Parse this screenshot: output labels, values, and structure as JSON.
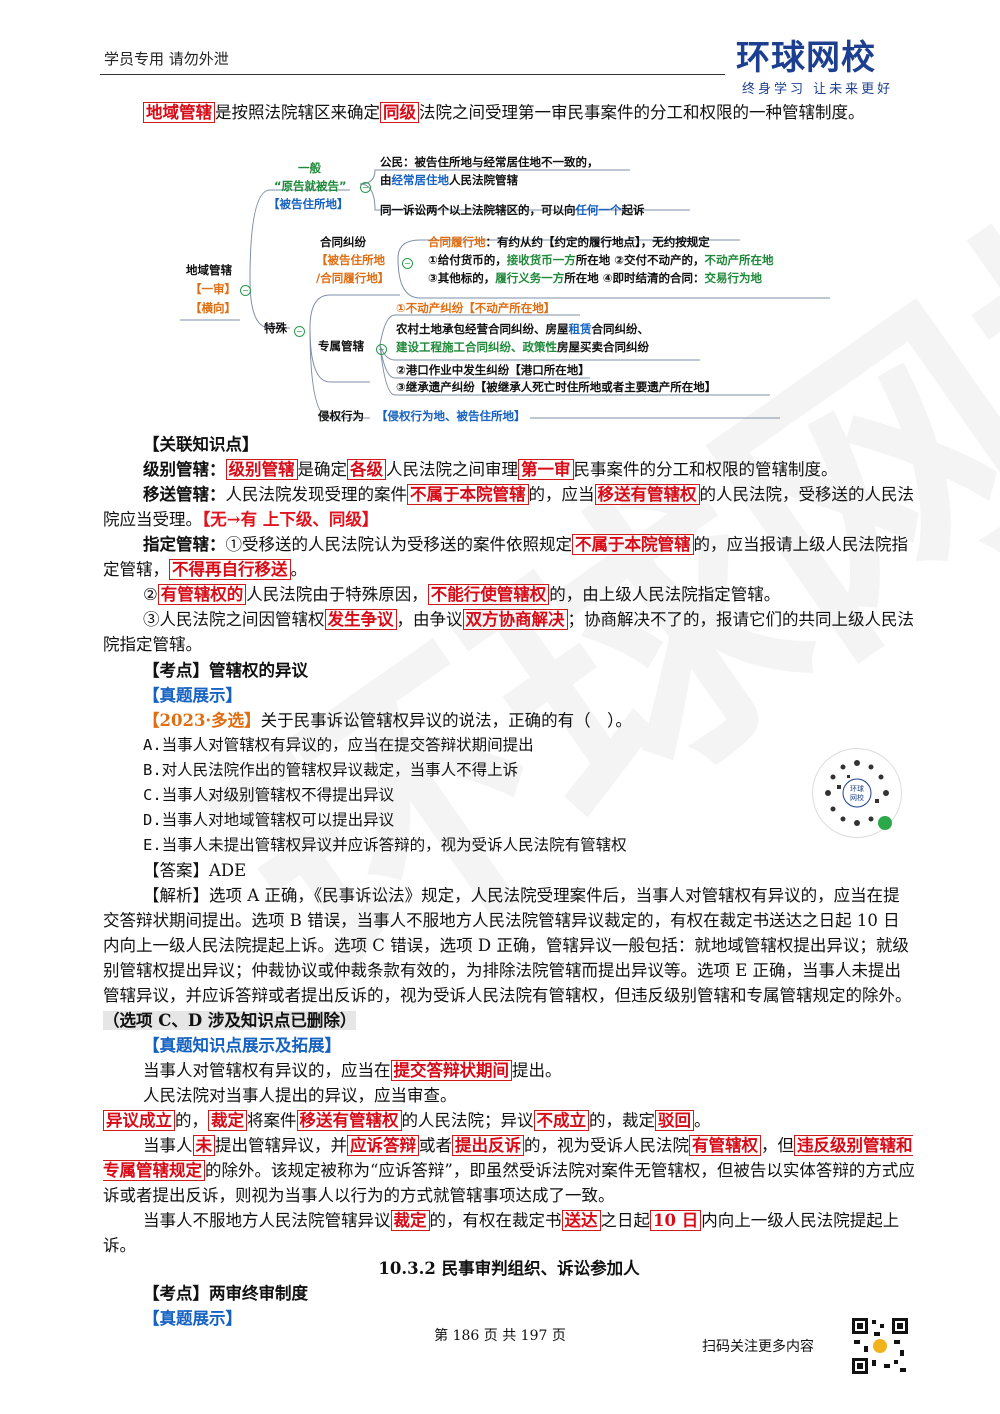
{
  "header": {
    "left": "学员专用 请勿外泄",
    "logo_main": "环球网校",
    "logo_sub": "终身学习 让未来更好"
  },
  "watermark": "环球网校",
  "intro": {
    "k1": "地域管辖",
    "t1": "是按照法院辖区来确定",
    "k2": "同级",
    "t2": "法院之间受理第一审民事案件的分工和权限的一种管辖制度。"
  },
  "mindmap": {
    "root": "地域管辖",
    "root_tag1": "【一审】",
    "root_tag2": "【横向】",
    "general_1": "一般",
    "general_2": "“原告就被告”",
    "general_3": "【被告住所地】",
    "gen_a1": "公民：被告住所地与经常居住地不一致的，",
    "gen_a2_pre": "由",
    "gen_a2_hl": "经常居住地",
    "gen_a2_post": "人民法院管辖",
    "gen_b_pre": "同一诉讼两个以上法院辖区的，可以向",
    "gen_b_hl": "任何一个",
    "gen_b_post": "起诉",
    "special": "特殊",
    "contract": "合同纠纷",
    "contract_t1": "【被告住所地",
    "contract_t2": "/合同履行地】",
    "c1_hl": "合同履行地",
    "c1_post": "：有约从约【约定的履行地点】，无约按规定",
    "c2_a": "①给付货币的，",
    "c2_b": "接收货币一方",
    "c2_c": "所在地 ②交付不动产的，",
    "c2_d": "不动产所在地",
    "c3_a": "③其他标的，",
    "c3_b": "履行义务一方",
    "c3_c": "所在地 ④即时结清的合同：",
    "c3_d": "交易行为地",
    "exclusive": "专属管辖",
    "e1": "①不动产纠纷【不动产所在地】",
    "e2_a": "农村土地承包经营合同纠纷、房屋",
    "e2_b": "租赁",
    "e2_c": "合同纠纷、",
    "e3_a": "建设工程施工合同纠纷、政策性",
    "e3_b": "房屋买卖合同纠纷",
    "e4": "②港口作业中发生纠纷【港口所在地】",
    "e5": "③继承遗产纠纷【被继承人死亡时住所地或者主要遗产所在地】",
    "tort": "侵权行为",
    "tort_val": "【侵权行为地、被告住所地】"
  },
  "related": {
    "heading": "【关联知识点】",
    "jb_label": "级别管辖：",
    "jb_k1": "级别管辖",
    "jb_t1": "是确定",
    "jb_k2": "各级",
    "jb_t2": "人民法院之间审理",
    "jb_k3": "第一审",
    "jb_t3": "民事案件的分工和权限的管辖制度。",
    "ys_label": "移送管辖：",
    "ys_t1": "人民法院发现受理的案件",
    "ys_k1": "不属于本院管辖",
    "ys_t2": "的，应当",
    "ys_k2": "移送有管辖权",
    "ys_t3": "的人民法院，受移送的人民法院应当受理。",
    "ys_k3": "【无→有 上下级、同级】",
    "zd_label": "指定管辖：",
    "zd_t1": "①受移送的人民法院认为受移送的案件依照规定",
    "zd_k1": "不属于本院管辖",
    "zd_t2": "的，应当报请上级人民法院指定管辖，",
    "zd_k2": "不得再自行移送",
    "zd_t3": "。",
    "zd2_pre": "②",
    "zd2_k1": "有管辖权的",
    "zd2_t1": "人民法院由于特殊原因，",
    "zd2_k2": "不能行使管辖权",
    "zd2_t2": "的，由上级人民法院指定管辖。",
    "zd3_t1": "③人民法院之间因管辖权",
    "zd3_k1": "发生争议",
    "zd3_t2": "，由争议",
    "zd3_k2": "双方协商解决",
    "zd3_t3": "；协商解决不了的，报请它们的共同上级人民法院指定管辖。"
  },
  "exam": {
    "kd_heading": "【考点】管辖权的异议",
    "zt_heading": "【真题展示】",
    "q_tag": "【2023·多选】",
    "q_text": "关于民事诉讼管辖权异议的说法，正确的有（　）。",
    "options": [
      "A.当事人对管辖权有异议的，应当在提交答辩状期间提出",
      "B.对人民法院作出的管辖权异议裁定，当事人不得上诉",
      "C.当事人对级别管辖权不得提出异议",
      "D.当事人对地域管辖权可以提出异议",
      "E.当事人未提出管辖权异议并应诉答辩的，视为受诉人民法院有管辖权"
    ],
    "answer": "【答案】ADE",
    "analysis": "【解析】选项 A 正确，《民事诉讼法》规定，人民法院受理案件后，当事人对管辖权有异议的，应当在提交答辩状期间提出。选项 B 错误，当事人不服地方人民法院管辖异议裁定的，有权在裁定书送达之日起 10 日内向上一级人民法院提起上诉。选项 C 错误，选项 D 正确，管辖异议一般包括：就地域管辖权提出异议；就级别管辖权提出异议；仲裁协议或仲裁条款有效的，为排除法院管辖而提出异议等。选项 E 正确，当事人未提出管辖异议，并应诉答辩或者提出反诉的，视为受诉人民法院有管辖权，但违反级别管辖和专属管辖规定的除外。",
    "analysis_note": "（选项 C、D 涉及知识点已删除）",
    "ext_heading": "【真题知识点展示及拓展】",
    "x1_t1": "当事人对管辖权有异议的，应当在",
    "x1_k1": "提交答辩状期间",
    "x1_t2": "提出。",
    "x2": "人民法院对当事人提出的异议，应当审查。",
    "x3_k1": "异议成立",
    "x3_t1": "的，",
    "x3_k2": "裁定",
    "x3_t2": "将案件",
    "x3_k3": "移送有管辖权",
    "x3_t3": "的人民法院；异议",
    "x3_k4": "不成立",
    "x3_t4": "的，裁定",
    "x3_k5": "驳回",
    "x3_t5": "。",
    "x4_t1": "当事人",
    "x4_k1": "未",
    "x4_t2": "提出管辖异议，并",
    "x4_k2": "应诉答辩",
    "x4_t3": "或者",
    "x4_k3": "提出反诉",
    "x4_t4": "的，视为受诉人民法院",
    "x4_k4": "有管辖权",
    "x4_t5": "，但",
    "x4_k5": "违反级别管辖和专属管辖规定",
    "x4_t6": "的除外。该规定被称为“应诉答辩”，即虽然受诉法院对案件无管辖权，但被告以实体答辩的方式应诉或者提出反诉，则视为当事人以行为的方式就管辖事项达成了一致。",
    "x5_t1": "当事人不服地方人民法院管辖异议",
    "x5_k1": "裁定",
    "x5_t2": "的，有权在裁定书",
    "x5_k2": "送达",
    "x5_t3": "之日起",
    "x5_k3": "10 日",
    "x5_t4": "内向上一级人民法院提起上诉。"
  },
  "section": {
    "title": "10.3.2 民事审判组织、诉讼参加人",
    "kd": "【考点】两审终审制度",
    "zt": "【真题展示】"
  },
  "footer": {
    "page": "第 186 页 共 197 页",
    "scan": "扫码关注更多内容"
  },
  "colors": {
    "red": "#e0141e",
    "blue": "#1662c2",
    "green": "#1f8a3a",
    "orange": "#e06e13",
    "brand": "#1d3f8f"
  }
}
